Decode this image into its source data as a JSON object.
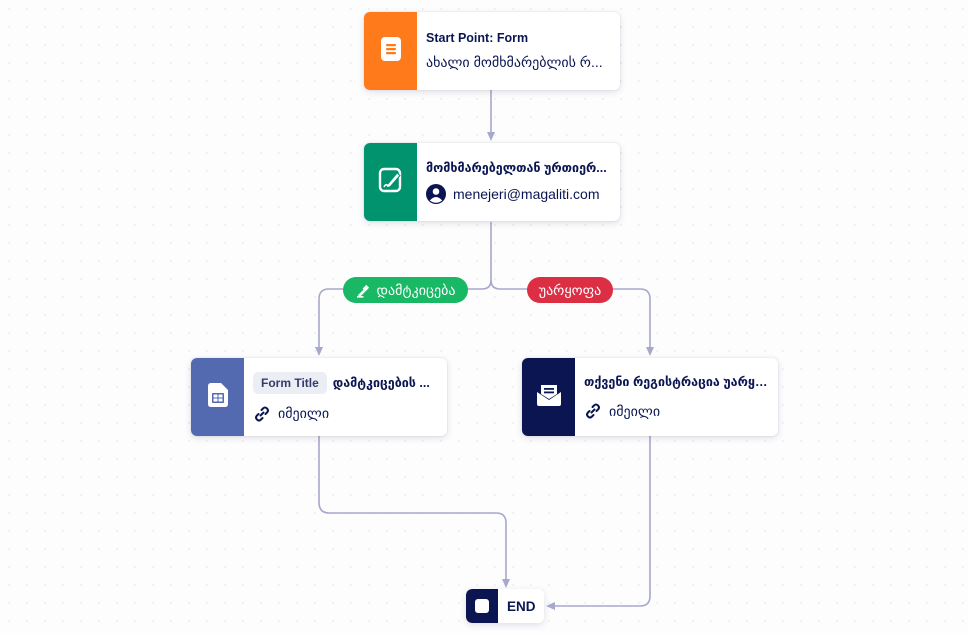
{
  "colors": {
    "connector": "#a6a8cc",
    "start": "#ff7a1a",
    "approval": "#01936d",
    "form_email": "#5369b0",
    "reject_email": "#0a1551",
    "approve_label": "#18b865",
    "reject_label": "#dc2f44"
  },
  "nodes": {
    "start": {
      "title": "Start Point: Form",
      "subtitle": "ახალი მომხმარებლის რ...",
      "icon": "form-document-icon"
    },
    "approval": {
      "title": "მომხმარებელთან ურთიერ...",
      "assignee": "menejeri@magaliti.com",
      "icon": "approval-signature-icon",
      "assignee_icon": "user-avatar-icon"
    },
    "approve_email": {
      "chip": "Form Title",
      "title": "დამტკიცების ...",
      "subtitle": "იმეილი",
      "icon": "form-table-icon",
      "sub_icon": "link-icon"
    },
    "reject_email": {
      "title": "თქვენი რეგისტრაცია უარყო...",
      "subtitle": "იმეილი",
      "icon": "envelope-icon",
      "sub_icon": "link-icon"
    },
    "end": {
      "label": "END"
    }
  },
  "branches": {
    "approve": {
      "label": "დამტკიცება",
      "icon": "approve-stamp-icon"
    },
    "reject": {
      "label": "უარყოფა"
    }
  }
}
